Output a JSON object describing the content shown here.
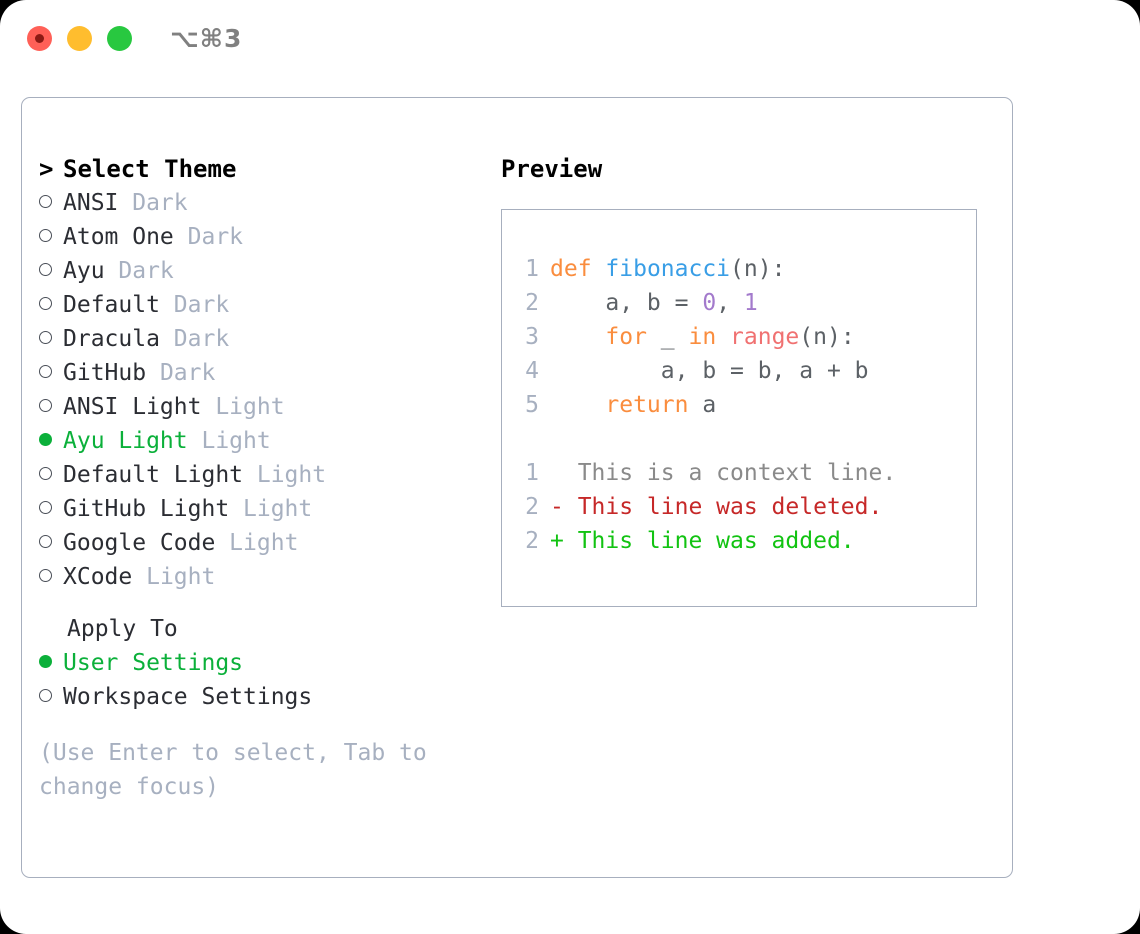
{
  "window": {
    "title": "⌥⌘3",
    "traffic_lights": [
      "close",
      "minimize",
      "maximize"
    ]
  },
  "left": {
    "header": {
      "prompt": ">",
      "label": "Select Theme"
    },
    "themes": [
      {
        "name": "ANSI",
        "variant": "Dark",
        "selected": false
      },
      {
        "name": "Atom One",
        "variant": "Dark",
        "selected": false
      },
      {
        "name": "Ayu",
        "variant": "Dark",
        "selected": false
      },
      {
        "name": "Default",
        "variant": "Dark",
        "selected": false
      },
      {
        "name": "Dracula",
        "variant": "Dark",
        "selected": false
      },
      {
        "name": "GitHub",
        "variant": "Dark",
        "selected": false
      },
      {
        "name": "ANSI Light",
        "variant": "Light",
        "selected": false
      },
      {
        "name": "Ayu Light",
        "variant": "Light",
        "selected": true
      },
      {
        "name": "Default Light",
        "variant": "Light",
        "selected": false
      },
      {
        "name": "GitHub Light",
        "variant": "Light",
        "selected": false
      },
      {
        "name": "Google Code",
        "variant": "Light",
        "selected": false
      },
      {
        "name": "XCode",
        "variant": "Light",
        "selected": false
      }
    ],
    "apply_to": {
      "label": "Apply To",
      "options": [
        {
          "name": "User Settings",
          "selected": true
        },
        {
          "name": "Workspace Settings",
          "selected": false
        }
      ]
    },
    "hint": "(Use Enter to select, Tab to change focus)"
  },
  "right": {
    "title": "Preview",
    "code_lines": [
      {
        "no": "1",
        "tokens": [
          {
            "t": "def",
            "c": "kw"
          },
          {
            "t": " ",
            "c": "pl"
          },
          {
            "t": "fibonacci",
            "c": "fn"
          },
          {
            "t": "(n):",
            "c": "pl"
          }
        ]
      },
      {
        "no": "2",
        "tokens": [
          {
            "t": "    a, b = ",
            "c": "pl"
          },
          {
            "t": "0",
            "c": "num"
          },
          {
            "t": ", ",
            "c": "pl"
          },
          {
            "t": "1",
            "c": "num"
          }
        ]
      },
      {
        "no": "3",
        "tokens": [
          {
            "t": "    ",
            "c": "pl"
          },
          {
            "t": "for",
            "c": "kw"
          },
          {
            "t": " _ ",
            "c": "pl"
          },
          {
            "t": "in",
            "c": "kw"
          },
          {
            "t": " ",
            "c": "pl"
          },
          {
            "t": "range",
            "c": "bi"
          },
          {
            "t": "(n):",
            "c": "pl"
          }
        ]
      },
      {
        "no": "4",
        "tokens": [
          {
            "t": "        a, b = b, a + b",
            "c": "pl"
          }
        ]
      },
      {
        "no": "5",
        "tokens": [
          {
            "t": "    ",
            "c": "pl"
          },
          {
            "t": "return",
            "c": "kw"
          },
          {
            "t": " a",
            "c": "pl"
          }
        ]
      }
    ],
    "diff_lines": [
      {
        "no": "1",
        "sign": " ",
        "text": " This is a context line.",
        "kind": "d-ctx"
      },
      {
        "no": "2",
        "sign": "-",
        "text": " This line was deleted.",
        "kind": "d-del"
      },
      {
        "no": "2",
        "sign": "+",
        "text": " This line was added.",
        "kind": "d-add"
      }
    ]
  },
  "colors": {
    "accent_green": "#0bb03a",
    "muted": "#a7b0c0",
    "border": "#a7afbe",
    "keyword": "#fa8d3e",
    "function": "#399ee6",
    "number": "#a37acc",
    "builtin": "#f07171",
    "diff_add": "#12c312",
    "diff_del": "#c62828"
  }
}
